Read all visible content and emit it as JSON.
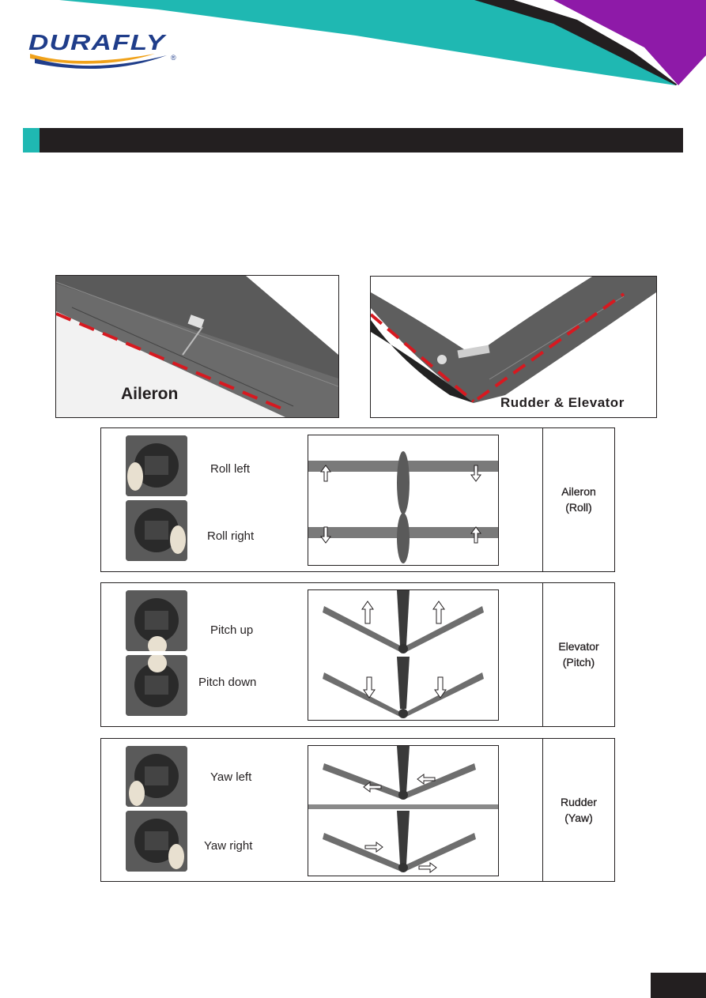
{
  "brand": {
    "logo_text": "DURAFLY",
    "registered": "®"
  },
  "colors": {
    "teal": "#1fb8b2",
    "purple": "#8e1aa8",
    "dark": "#231f20",
    "logo_blue": "#1f3d8a",
    "logo_orange": "#f0a21a",
    "dash_red": "#d71920"
  },
  "photos": [
    {
      "label": "Aileron"
    },
    {
      "label": "Rudder & Elevator"
    }
  ],
  "controls": [
    {
      "upper_caption": "Roll left",
      "lower_caption": "Roll right",
      "axis_line1": "Aileron",
      "axis_line2": "(Roll)"
    },
    {
      "upper_caption": "Pitch up",
      "lower_caption": "Pitch down",
      "axis_line1": "Elevator",
      "axis_line2": "(Pitch)"
    },
    {
      "upper_caption": "Yaw left",
      "lower_caption": "Yaw right",
      "axis_line1": "Rudder",
      "axis_line2": "(Yaw)"
    }
  ]
}
